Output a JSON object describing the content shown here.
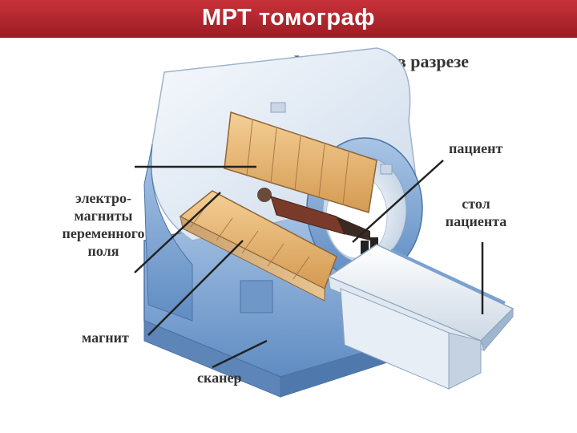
{
  "slide": {
    "title": "МРТ томограф"
  },
  "diagram": {
    "heading": "МРТ сканер в разрезе",
    "labels": {
      "patient": "пациент",
      "table": [
        "стол",
        "пациента"
      ],
      "electromagnets": [
        "электро-",
        "магниты",
        "переменного",
        "поля"
      ],
      "magnet": "магнит",
      "scanner": "сканер"
    }
  },
  "colors": {
    "title_bar": "#b02830",
    "housing_blue": "#7fa6d2",
    "housing_light": "#e6eef8",
    "magnet_coil": "#e8b878",
    "table_top": "#f0f4f8"
  }
}
